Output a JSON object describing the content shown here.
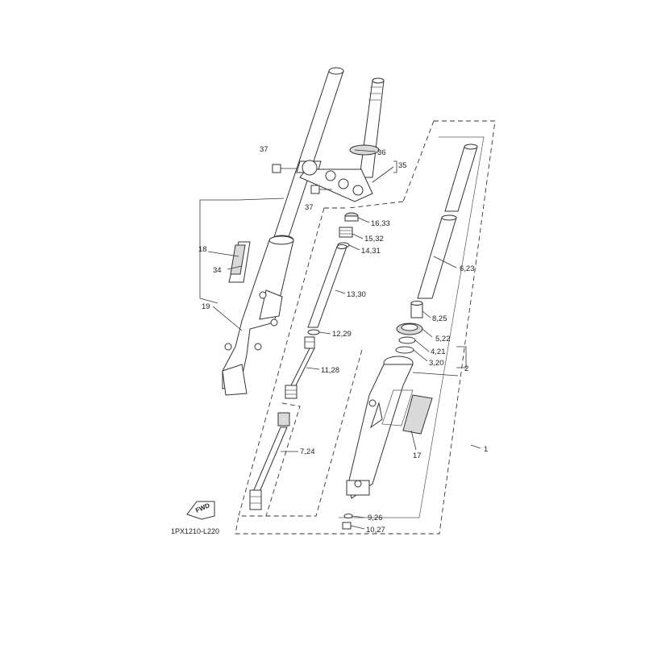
{
  "diagram": {
    "code": "1PX1210-L220",
    "fwd_label": "FWD",
    "callouts": {
      "c1": "1",
      "c2": "2",
      "c3_20": "3,20",
      "c4_21": "4,21",
      "c5_22": "5,22",
      "c6_23": "6,23",
      "c7_24": "7,24",
      "c8_25": "8,25",
      "c9_26": "9,26",
      "c10_27": "10,27",
      "c11_28": "11,28",
      "c12_29": "12,29",
      "c13_30": "13,30",
      "c14_31": "14,31",
      "c15_32": "15,32",
      "c16_33": "16,33",
      "c17": "17",
      "c18": "18",
      "c19": "19",
      "c34": "34",
      "c35": "35",
      "c36": "36",
      "c37a": "37",
      "c37b": "37"
    }
  }
}
